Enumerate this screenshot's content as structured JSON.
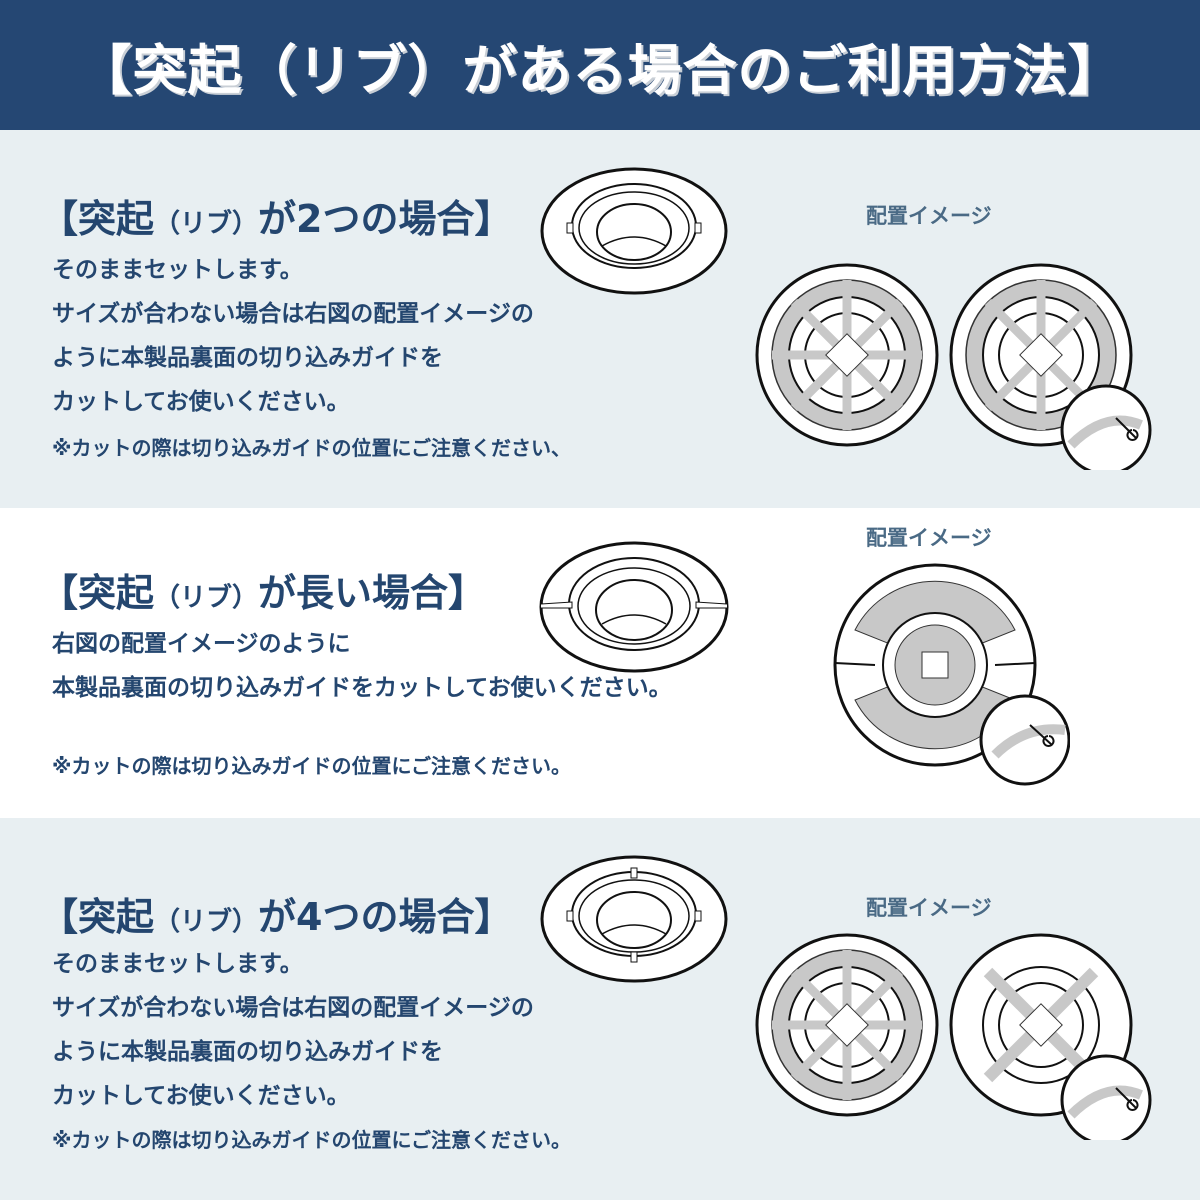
{
  "header": {
    "title": "【突起（リブ）がある場合のご利用方法】"
  },
  "colors": {
    "header_bg": "#254773",
    "text": "#24466f",
    "section_bg": "#e8eff2",
    "caption": "#4a6a85"
  },
  "sections": [
    {
      "title_a": "【突起",
      "title_b": "（リブ）",
      "title_c": "が2つの場合】",
      "lines": [
        "そのままセットします。",
        "サイズが合わない場合は右図の配置イメージの",
        "ように本製品裏面の切り込みガイドを",
        "カットしてお使いください。"
      ],
      "note": "※カットの際は切り込みガイドの位置にご注意ください、",
      "caption": "配置イメージ"
    },
    {
      "title_a": "【突起",
      "title_b": "（リブ）",
      "title_c": "が長い場合】",
      "lines": [
        "右図の配置イメージのように",
        "本製品裏面の切り込みガイドをカットしてお使いください。"
      ],
      "note": "※カットの際は切り込みガイドの位置にご注意ください。",
      "caption": "配置イメージ"
    },
    {
      "title_a": "【突起",
      "title_b": "（リブ）",
      "title_c": "が4つの場合】",
      "lines": [
        "そのままセットします。",
        "サイズが合わない場合は右図の配置イメージの",
        "ように本製品裏面の切り込みガイドを",
        "カットしてお使いください。"
      ],
      "note": "※カットの際は切り込みガイドの位置にご注意ください。",
      "caption": "配置イメージ"
    }
  ]
}
